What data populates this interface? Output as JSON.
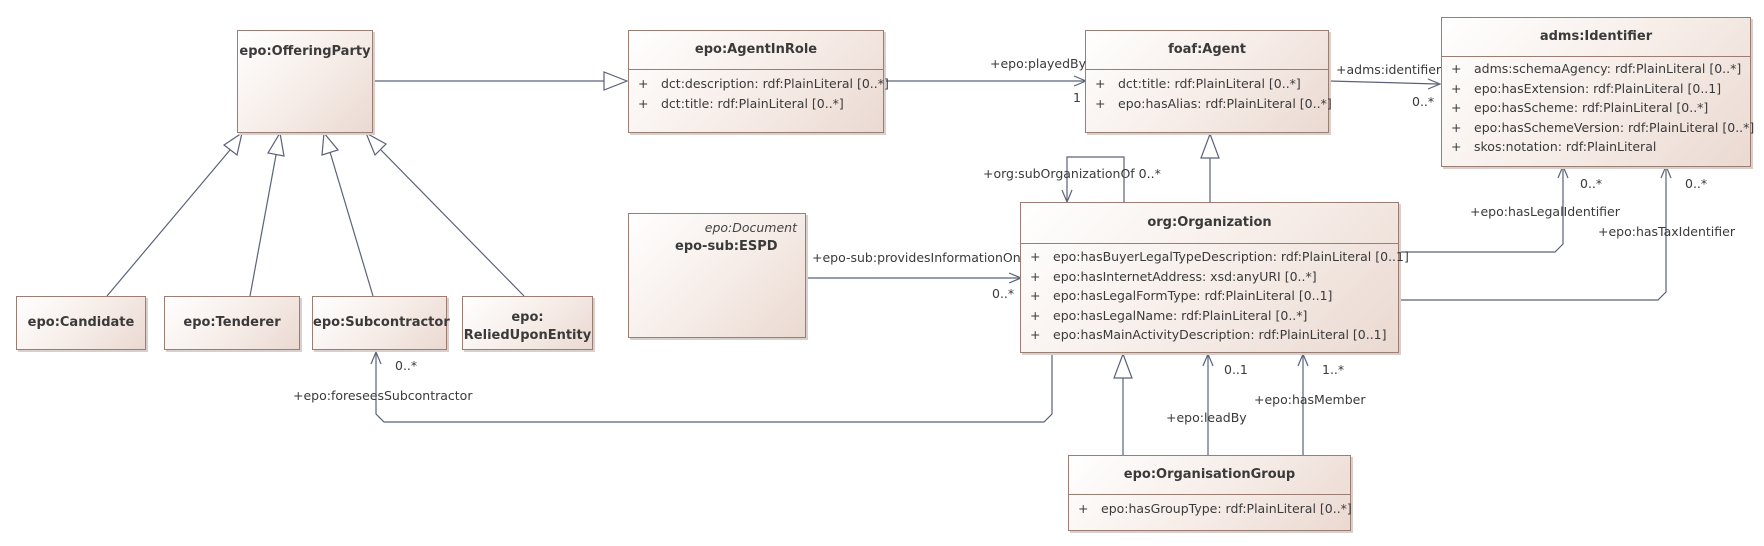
{
  "classes": {
    "offering_party": {
      "name": "epo:OfferingParty"
    },
    "agent_in_role": {
      "name": "epo:AgentInRole",
      "attributes": [
        {
          "vis": "+",
          "text": "dct:description: rdf:PlainLiteral [0..*]"
        },
        {
          "vis": "+",
          "text": "dct:title: rdf:PlainLiteral [0..*]"
        }
      ]
    },
    "foaf_agent": {
      "name": "foaf:Agent",
      "attributes": [
        {
          "vis": "+",
          "text": "dct:title: rdf:PlainLiteral [0..*]"
        },
        {
          "vis": "+",
          "text": "epo:hasAlias: rdf:PlainLiteral [0..*]"
        }
      ]
    },
    "identifier": {
      "name": "adms:Identifier",
      "attributes": [
        {
          "vis": "+",
          "text": "adms:schemaAgency: rdf:PlainLiteral [0..*]"
        },
        {
          "vis": "+",
          "text": "epo:hasExtension: rdf:PlainLiteral [0..1]"
        },
        {
          "vis": "+",
          "text": "epo:hasScheme: rdf:PlainLiteral [0..*]"
        },
        {
          "vis": "+",
          "text": "epo:hasSchemeVersion: rdf:PlainLiteral [0..*]"
        },
        {
          "vis": "+",
          "text": "skos:notation: rdf:PlainLiteral"
        }
      ]
    },
    "espd": {
      "stereotype": "epo:Document",
      "name": "epo-sub:ESPD"
    },
    "organization": {
      "name": "org:Organization",
      "attributes": [
        {
          "vis": "+",
          "text": "epo:hasBuyerLegalTypeDescription: rdf:PlainLiteral [0..1]"
        },
        {
          "vis": "+",
          "text": "epo:hasInternetAddress: xsd:anyURI [0..*]"
        },
        {
          "vis": "+",
          "text": "epo:hasLegalFormType: rdf:PlainLiteral [0..1]"
        },
        {
          "vis": "+",
          "text": "epo:hasLegalName: rdf:PlainLiteral [0..*]"
        },
        {
          "vis": "+",
          "text": "epo:hasMainActivityDescription: rdf:PlainLiteral [0..1]"
        }
      ]
    },
    "candidate": {
      "name": "epo:Candidate"
    },
    "tenderer": {
      "name": "epo:Tenderer"
    },
    "subcontractor": {
      "name": "epo:Subcontractor"
    },
    "relied_upon": {
      "name_line1": "epo:",
      "name_line2": "ReliedUponEntity"
    },
    "organisation_group": {
      "name": "epo:OrganisationGroup",
      "attributes": [
        {
          "vis": "+",
          "text": "epo:hasGroupType: rdf:PlainLiteral [0..*]"
        }
      ]
    }
  },
  "labels": {
    "played_by": "+epo:playedBy",
    "played_by_mult": "1",
    "adms_identifier": "+adms:identifier",
    "adms_identifier_mult": "0..*",
    "sub_org_of": "+org:subOrganizationOf 0..*",
    "provides_info": "+epo-sub:providesInformationOn",
    "provides_info_mult": "0..*",
    "has_legal_identifier": "+epo:hasLegalIdentifier",
    "has_legal_identifier_mult": "0..*",
    "has_tax_identifier": "+epo:hasTaxIdentifier",
    "has_tax_identifier_mult": "0..*",
    "foresees_sub": "+epo:foreseesSubcontractor",
    "foresees_sub_mult": "0..*",
    "lead_by": "+epo:leadBy",
    "lead_by_mult": "0..1",
    "has_member": "+epo:hasMember",
    "has_member_mult": "1..*"
  }
}
